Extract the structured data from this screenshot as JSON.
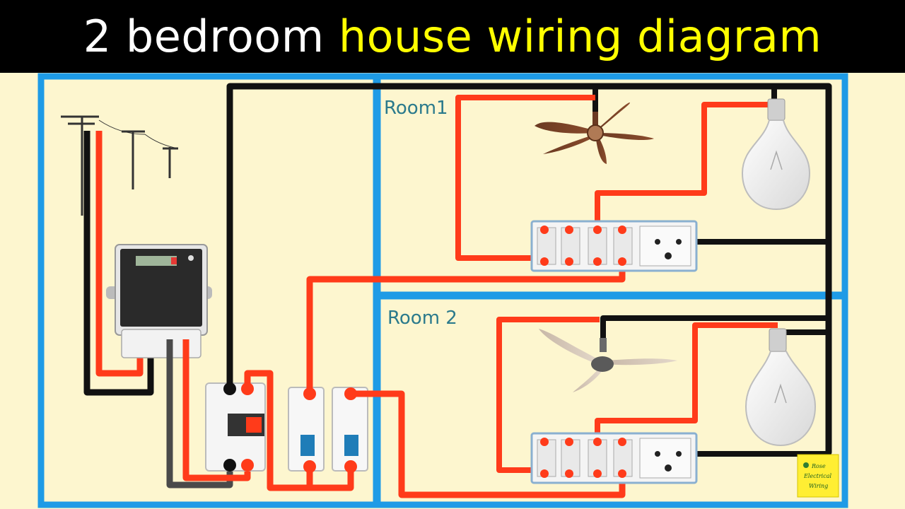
{
  "title": {
    "part_white": "2 bedroom",
    "part_yellow": "house wiring diagram"
  },
  "rooms": [
    {
      "label": "Room1"
    },
    {
      "label": "Room 2"
    }
  ],
  "logo": {
    "line1": "Rose",
    "line2": "Electrical",
    "line3": "Wiring"
  },
  "colors": {
    "background": "#fdf6cf",
    "title_bar": "#000000",
    "title_white": "#ffffff",
    "title_yellow": "#ffff00",
    "wall": "#1e9be6",
    "live_wire": "#ff3b1a",
    "neutral_wire": "#111111",
    "earth_wire": "#4a4a4a",
    "logo_bg": "#ffee33"
  },
  "icons": [
    "utility-pole-icon",
    "energy-meter-icon",
    "main-breaker-icon",
    "mcb-icon",
    "ceiling-fan-icon",
    "light-bulb-icon",
    "switchboard-icon",
    "socket-icon"
  ]
}
